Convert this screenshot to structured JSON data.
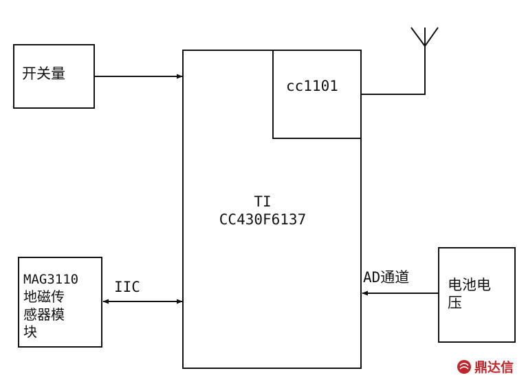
{
  "blocks": {
    "switch": {
      "label": "开关量"
    },
    "mcu": {
      "line1": "TI",
      "line2": "CC430F6137"
    },
    "radio": {
      "label": "cc1101"
    },
    "sensor": {
      "line1": "MAG3110",
      "line2": "地磁传",
      "line3": "感器模",
      "line4": "块"
    },
    "battery": {
      "line1": "电池电",
      "line2": "压"
    }
  },
  "connections": {
    "iic": {
      "label": "IIC"
    },
    "ad": {
      "label": "AD通道"
    }
  },
  "watermark": {
    "text": "鼎达信"
  },
  "colors": {
    "line": "#111111",
    "watermark": "#c0262b"
  }
}
